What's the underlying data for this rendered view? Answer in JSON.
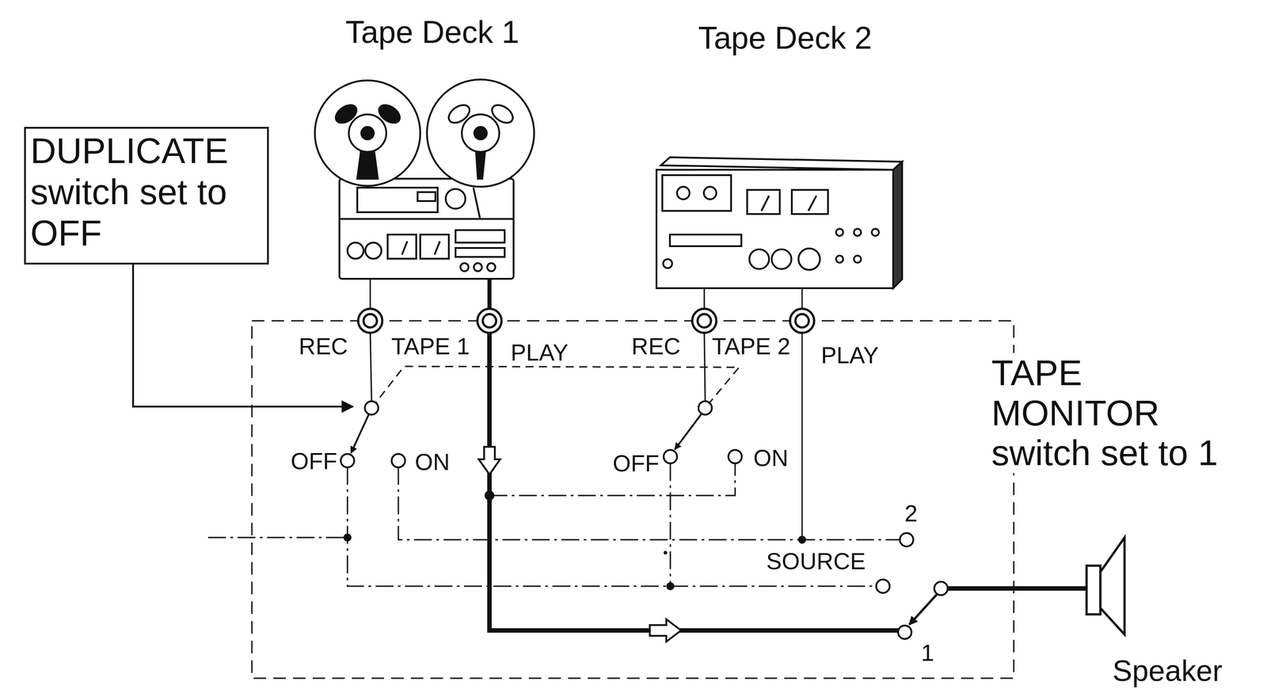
{
  "diagram": {
    "nodes": [
      {
        "text": [
          "DUPLICATE switch set to OFF"
        ]
      }
    ],
    "labels": [
      "Tape Deck 1",
      "Tape Deck 2",
      "REC",
      "TAPE 1",
      "PLAY",
      "REC",
      "TAPE 2",
      "PLAY",
      "OFF",
      "ON",
      "OFF",
      "ON",
      "2",
      "SOURCE",
      "1",
      "TAPE MONITOR switch set to 1",
      "Speaker"
    ]
  }
}
